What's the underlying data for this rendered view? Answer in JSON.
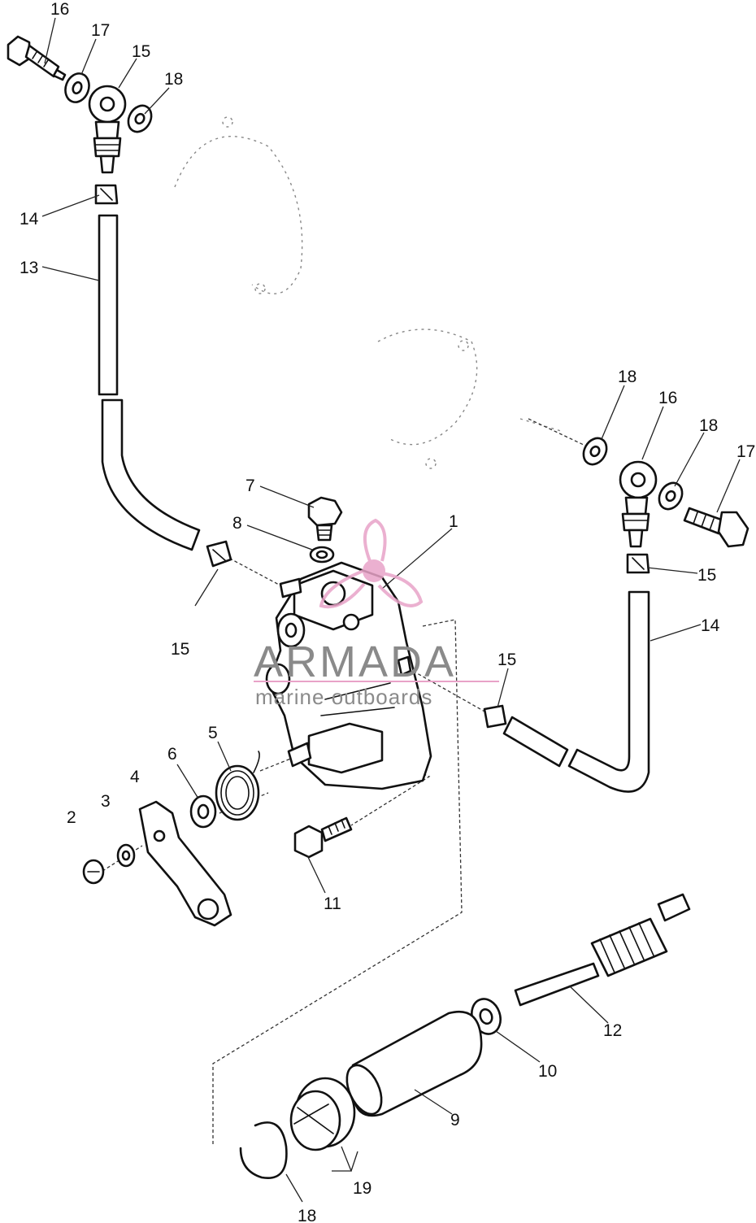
{
  "watermark": {
    "brand": "ARMADA",
    "tagline": "marine outboards",
    "accent_color": "#e8a3c8",
    "text_color": "#8a8a8a"
  },
  "callouts": [
    {
      "id": "1",
      "text": "1"
    },
    {
      "id": "2",
      "text": "2"
    },
    {
      "id": "3",
      "text": "3"
    },
    {
      "id": "4",
      "text": "4"
    },
    {
      "id": "5",
      "text": "5"
    },
    {
      "id": "6",
      "text": "6"
    },
    {
      "id": "7",
      "text": "7"
    },
    {
      "id": "8",
      "text": "8"
    },
    {
      "id": "9",
      "text": "9"
    },
    {
      "id": "10",
      "text": "10"
    },
    {
      "id": "11",
      "text": "11"
    },
    {
      "id": "12",
      "text": "12"
    },
    {
      "id": "13",
      "text": "13"
    },
    {
      "id": "14a",
      "text": "14"
    },
    {
      "id": "14b",
      "text": "14"
    },
    {
      "id": "15a",
      "text": "15"
    },
    {
      "id": "15b",
      "text": "15"
    },
    {
      "id": "15c",
      "text": "15"
    },
    {
      "id": "15d",
      "text": "15"
    },
    {
      "id": "16a",
      "text": "16"
    },
    {
      "id": "16b",
      "text": "16"
    },
    {
      "id": "17a",
      "text": "17"
    },
    {
      "id": "17b",
      "text": "17"
    },
    {
      "id": "18a",
      "text": "18"
    },
    {
      "id": "18b",
      "text": "18"
    },
    {
      "id": "18c",
      "text": "18"
    },
    {
      "id": "18d",
      "text": "18"
    },
    {
      "id": "19",
      "text": "19"
    }
  ]
}
